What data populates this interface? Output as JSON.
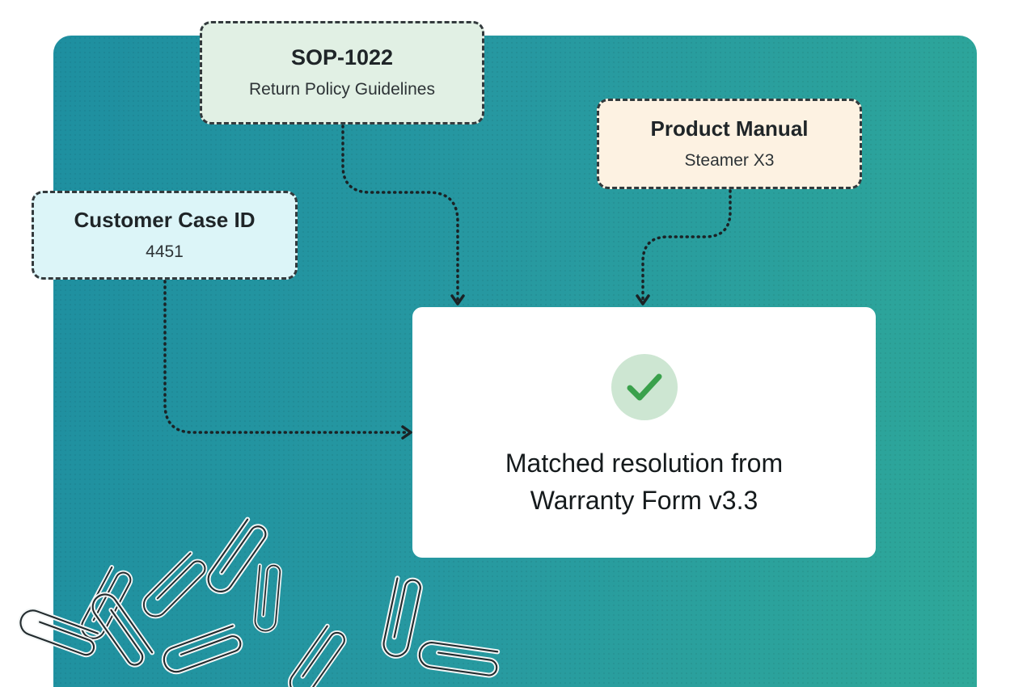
{
  "nodes": {
    "sop": {
      "title": "SOP-1022",
      "subtitle": "Return Policy Guidelines"
    },
    "manual": {
      "title": "Product Manual",
      "subtitle": "Steamer X3"
    },
    "case": {
      "title": "Customer Case ID",
      "subtitle": "4451"
    }
  },
  "result": {
    "text": "Matched resolution from Warranty Form v3.3",
    "icon": "checkmark-icon"
  },
  "colors": {
    "panel_start": "#1e8fa0",
    "panel_end": "#2ea899",
    "sop_fill": "#e1f0e4",
    "manual_fill": "#fdf2e2",
    "case_fill": "#dcf5f8",
    "check_bg": "#cde6d2",
    "check_mark": "#3aa14c"
  }
}
